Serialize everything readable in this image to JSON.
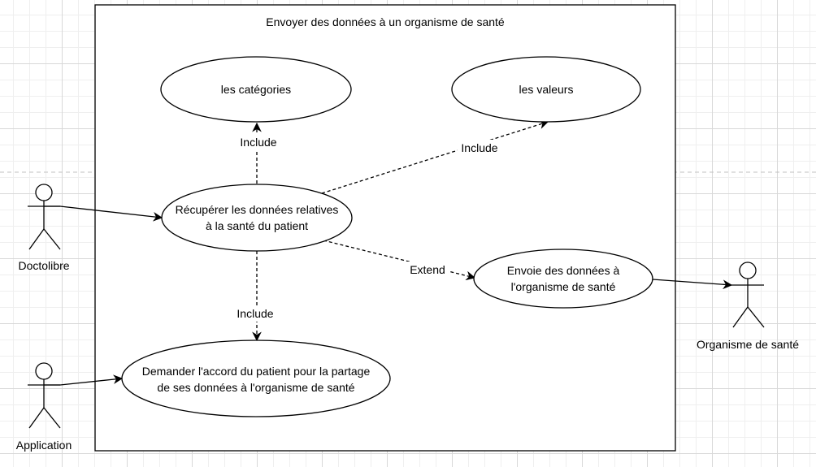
{
  "system": {
    "title": "Envoyer des données à un organisme de santé"
  },
  "actors": {
    "doctolibre": "Doctolibre",
    "application": "Application",
    "organisme": "Organisme de santé"
  },
  "use_cases": {
    "categories": [
      "les catégories"
    ],
    "valeurs": [
      "les valeurs"
    ],
    "recuperer": [
      "Récupérer les données relatives",
      "à la santé du patient"
    ],
    "envoie": [
      "Envoie des données à",
      "l'organisme de santé"
    ],
    "demander": [
      "Demander l'accord du patient pour la partage",
      "de ses données à l'organisme de santé"
    ]
  },
  "relations": {
    "include_categories": "Include",
    "include_valeurs": "Include",
    "extend_envoie": "Extend",
    "include_demander": "Include"
  }
}
